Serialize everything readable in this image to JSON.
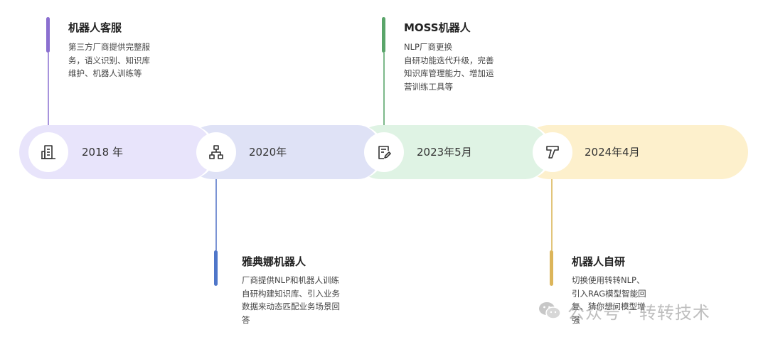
{
  "timeline": {
    "stages": [
      {
        "date": "2018 年",
        "icon": "building-icon",
        "color": "#e8e4fb",
        "accent": "#8b6fd0",
        "title": "机器人客服",
        "desc": [
          "第三方厂商提供完整服",
          "务，语义识别、知识库",
          "维护、机器人训练等"
        ]
      },
      {
        "date": "2020年",
        "icon": "org-chart-icon",
        "color": "#dfe2f6",
        "accent": "#4f76c9",
        "title": "雅典娜机器人",
        "desc": [
          "厂商提供NLP和机器人训练",
          "自研构建知识库、引入业务",
          "数据来动态匹配业务场景回",
          "答"
        ]
      },
      {
        "date": "2023年5月",
        "icon": "document-edit-icon",
        "color": "#dff3e4",
        "accent": "#5aa56a",
        "title": "MOSS机器人",
        "desc": [
          "NLP厂商更换",
          "自研功能迭代升级，完善",
          "知识库管理能力、增加运",
          "营训练工具等"
        ]
      },
      {
        "date": "2024年4月",
        "icon": "letter-t-icon",
        "color": "#fdf0cc",
        "accent": "#dcb55a",
        "title": "机器人自研",
        "desc": [
          "切换使用转转NLP、",
          "引入RAG模型智能回",
          "复、猜你想问模型增",
          "强"
        ]
      }
    ]
  },
  "watermark": {
    "text": "公众号 · 转转技术",
    "icon": "wechat-icon"
  }
}
